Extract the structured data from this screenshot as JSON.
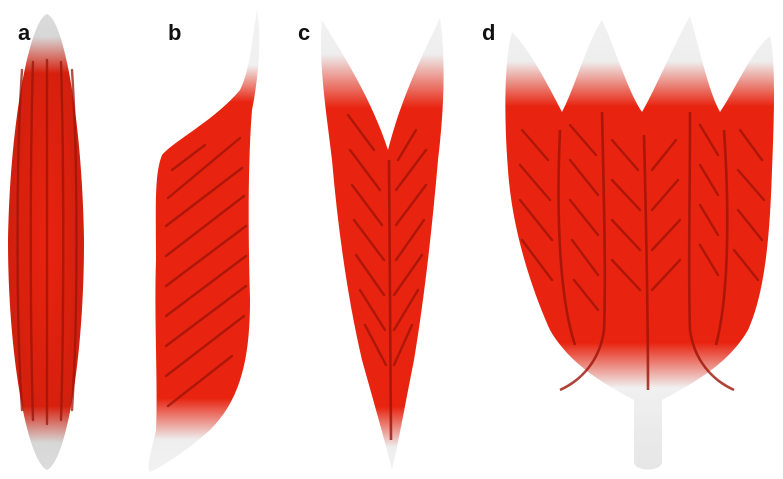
{
  "figure": {
    "panels": [
      {
        "label": "a"
      },
      {
        "label": "b"
      },
      {
        "label": "c"
      },
      {
        "label": "d"
      }
    ],
    "colors": {
      "muscle": "#e8230f",
      "muscle_dark": "#b8190b",
      "fiber": "#9a1409",
      "tendon": "#f2f2f2",
      "tendon_shade": "#cfcfcf",
      "background": "#ffffff"
    }
  }
}
